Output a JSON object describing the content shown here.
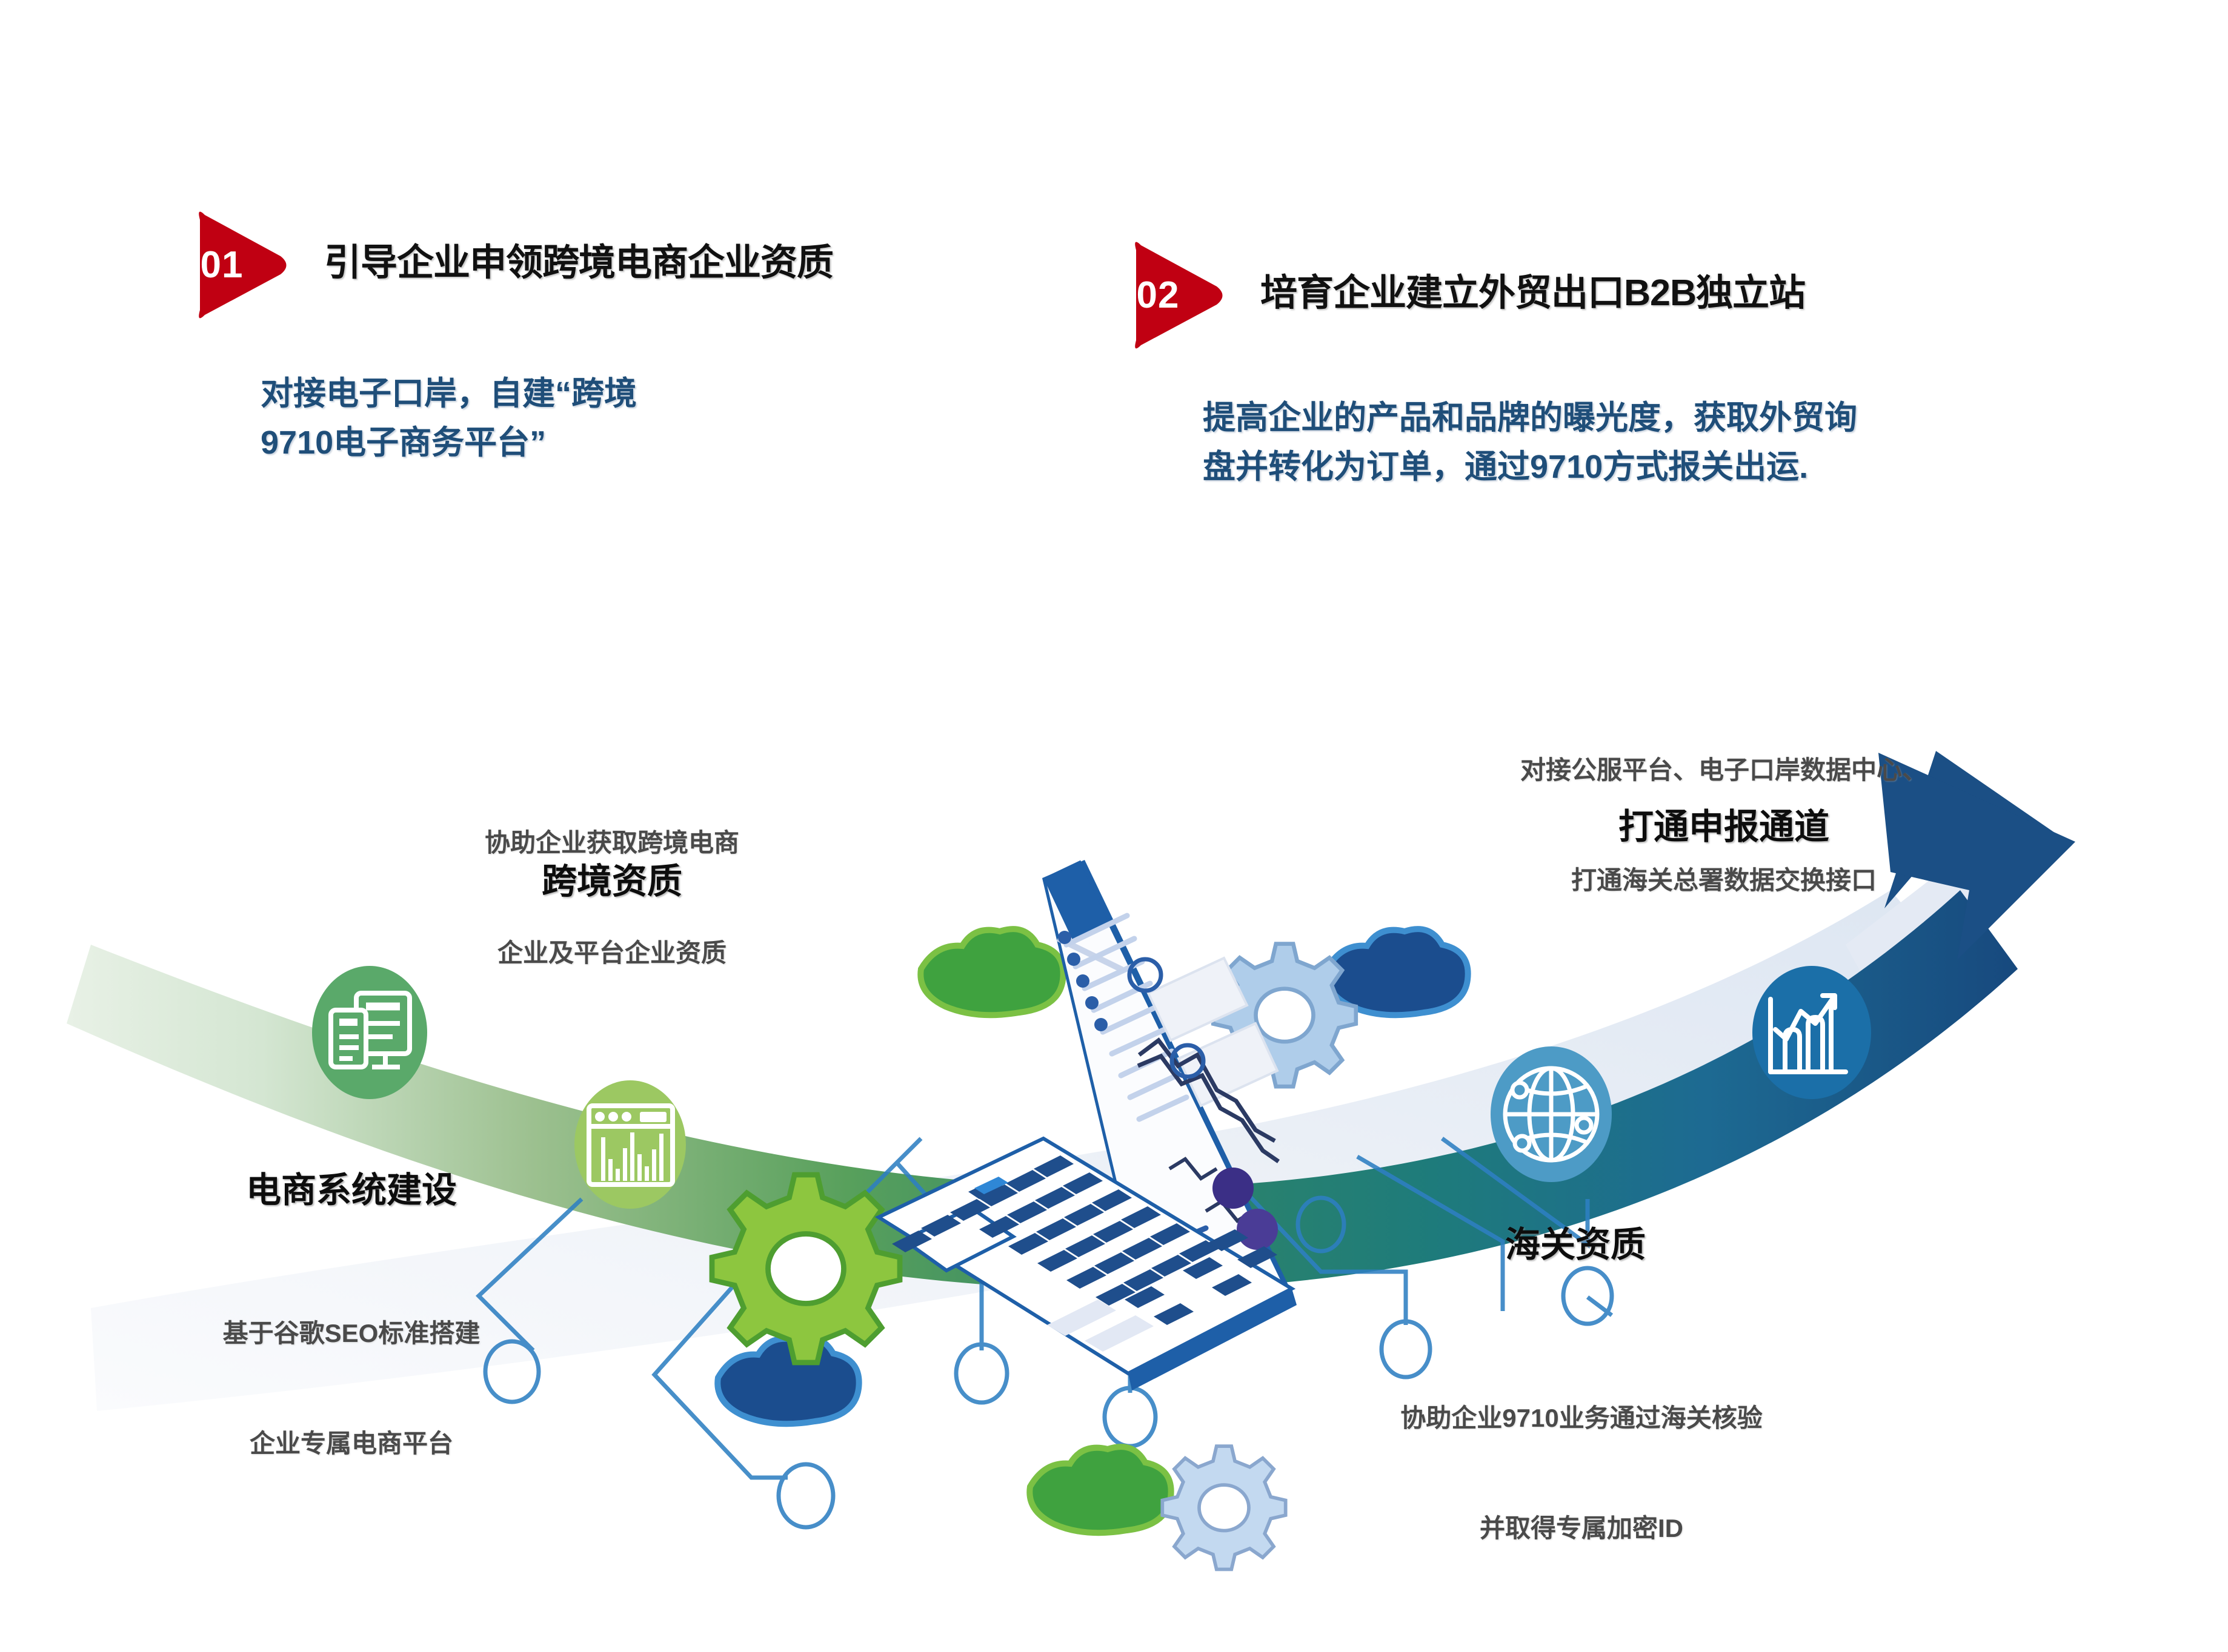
{
  "slide": {
    "background_color": "#FFFFFF",
    "accent_red": "#C00000",
    "accent_blue": "#1F4E79",
    "accent_green": "#4FA05E",
    "accent_lightgreen": "#9CC862",
    "accent_teal": "#1E7B7B",
    "accent_skyblue": "#4D9BC6",
    "accent_darkblue": "#1B4F85"
  },
  "headers": [
    {
      "number": "01",
      "title": "引导企业申领跨境电商企业资质",
      "body_lines": [
        "对接电子口岸，自建“跨境",
        "9710电子商务平台”"
      ]
    },
    {
      "number": "02",
      "title": "培育企业建立外贸出口B2B独立站",
      "body_lines": [
        "提高企业的产品和品牌的曝光度，获取外贸询",
        "盘并转化为订单，通过9710方式报关出运."
      ]
    }
  ],
  "diagram": {
    "nodes": [
      {
        "id": "kuajing-zizhi",
        "icon": "monitor-documents-icon",
        "icon_color": "#4FA05E",
        "caption_lines": [
          "协助企业获取跨境电商",
          "企业及平台企业资质"
        ],
        "heading": "跨境资质"
      },
      {
        "id": "dianshang-xitong",
        "icon": "browser-barchart-icon",
        "icon_color": "#9CC862",
        "heading": "电商系统建设",
        "caption_lines": [
          "基于谷歌SEO标准搭建",
          "企业专属电商平台"
        ]
      },
      {
        "id": "haiguan-zizhi",
        "icon": "globe-network-icon",
        "icon_color": "#4D9BC6",
        "heading": "海关资质",
        "caption_lines": [
          "协助企业9710业务通过海关核验",
          "并取得专属加密ID"
        ]
      },
      {
        "id": "shenbao-tongdao",
        "icon": "growth-barchart-icon",
        "icon_color": "#1B6FA8",
        "caption_lines": [
          "对接公服平台、电子口岸数据中心、",
          "打通海关总署数据交换接口"
        ],
        "heading": "打通申报通道"
      }
    ],
    "center_illustration": "laptop-dashboard-illustration",
    "decorations": [
      "green-cloud-icon",
      "dark-blue-cloud-icon",
      "light-blue-gear-icon",
      "green-gear-icon",
      "network-node-lines"
    ]
  }
}
